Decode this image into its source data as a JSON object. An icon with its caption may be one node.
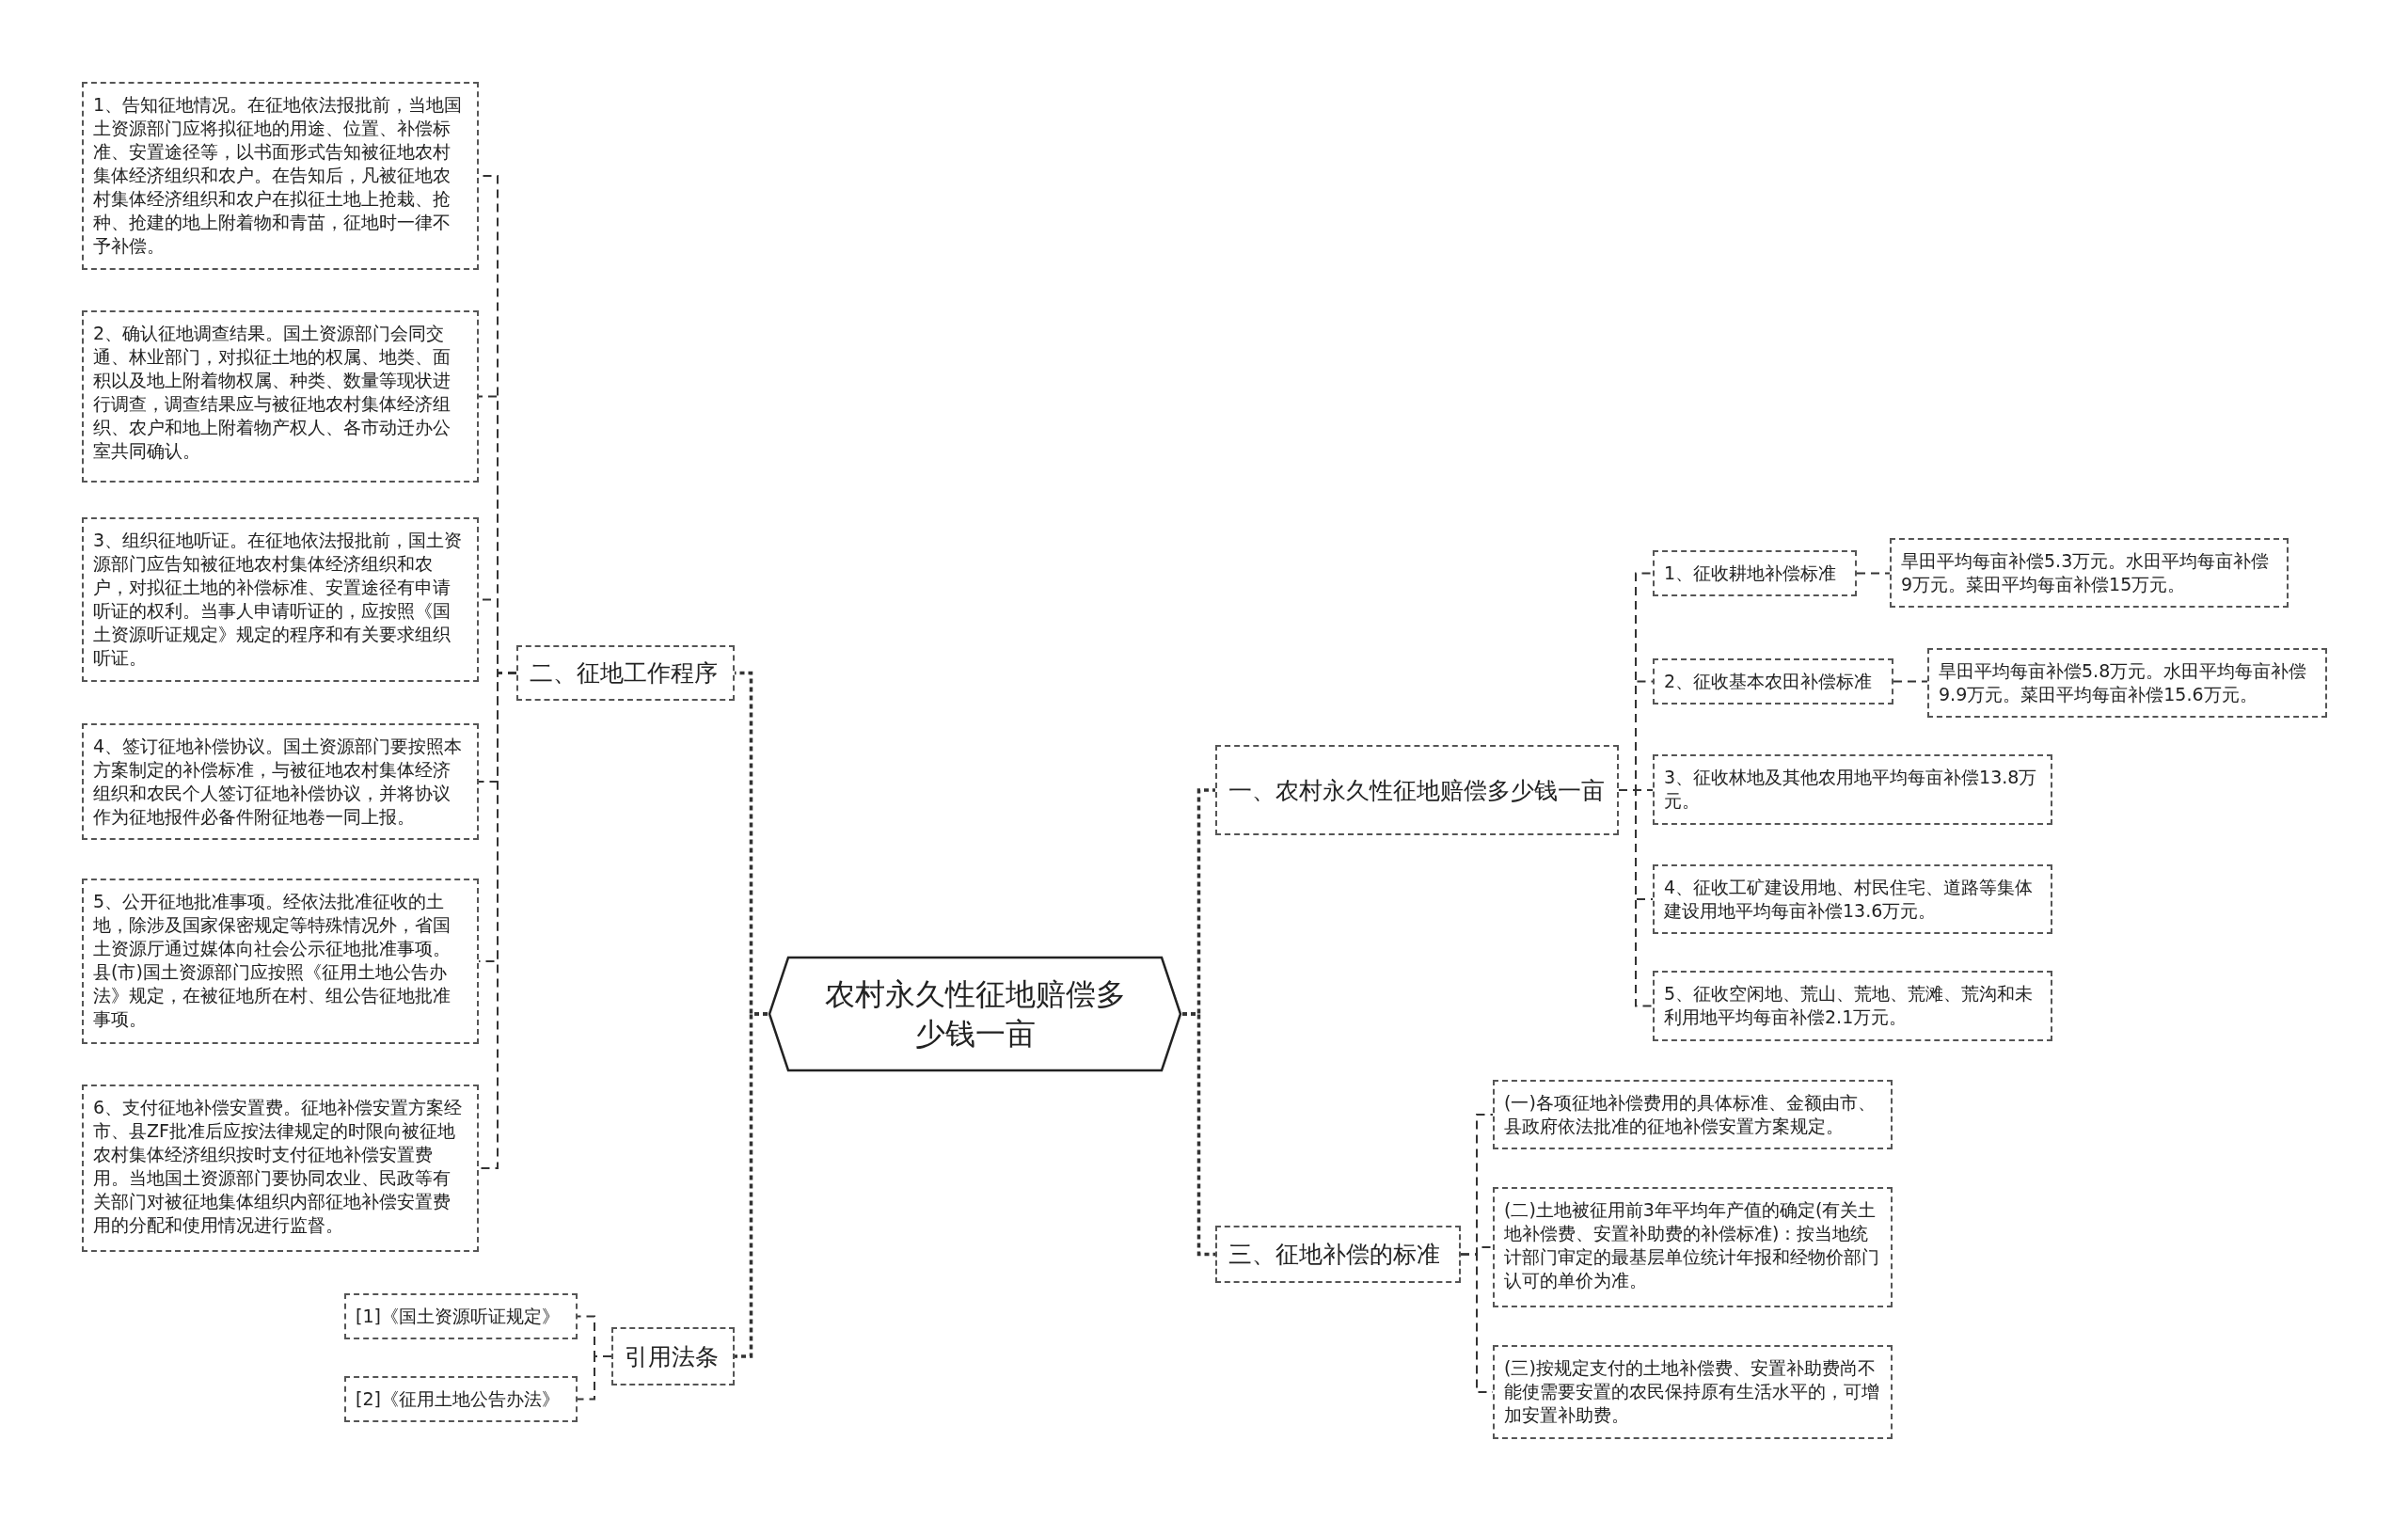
{
  "diagram": {
    "nodes": [
      {
        "text": [
          "农村永久性征地赔偿多少钱一亩"
        ]
      },
      {
        "text": [
          "二、征地工作程序"
        ]
      },
      {
        "text": [
          "1、告知征地情况。在征地依法报批前，当地国土资源部门应将拟征地的用途、位置、补偿标准、安置途径等，以书面形式告知被征地农村集体经济组织和农户。在告知后，凡被征地农村集体经济组织和农户在拟征土地上抢栽、抢种、抢建的地上附着物和青苗，征地时一律不予补偿。"
        ]
      },
      {
        "text": [
          "2、确认征地调查结果。国土资源部门会同交通、林业部门，对拟征土地的权属、地类、面积以及地上附着物权属、种类、数量等现状进行调查，调查结果应与被征地农村集体经济组织、农户和地上附着物产权人、各市动迁办公室共同确认。"
        ]
      },
      {
        "text": [
          "3、组织征地听证。在征地依法报批前，国土资源部门应告知被征地农村集体经济组织和农户，对拟征土地的补偿标准、安置途径有申请听证的权利。当事人申请听证的，应按照《国土资源听证规定》规定的程序和有关要求组织听证。"
        ]
      },
      {
        "text": [
          "4、签订征地补偿协议。国土资源部门要按照本方案制定的补偿标准，与被征地农村集体经济组织和农民个人签订征地补偿协议，并将协议作为征地报件必备件附征地卷一同上报。"
        ]
      },
      {
        "text": [
          "5、公开征地批准事项。经依法批准征收的土地，除涉及国家保密规定等特殊情况外，省国土资源厅通过媒体向社会公示征地批准事项。县(市)国土资源部门应按照《征用土地公告办法》规定，在被征地所在村、组公告征地批准事项。"
        ]
      },
      {
        "text": [
          "6、支付征地补偿安置费。征地补偿安置方案经市、县ZF批准后应按法律规定的时限向被征地农村集体经济组织按时支付征地补偿安置费用。当地国土资源部门要协同农业、民政等有关部门对被征地集体组织内部征地补偿安置费用的分配和使用情况进行监督。"
        ]
      },
      {
        "text": [
          "引用法条"
        ]
      },
      {
        "text": [
          "[1]《国土资源听证规定》"
        ]
      },
      {
        "text": [
          "[2]《征用土地公告办法》"
        ]
      },
      {
        "text": [
          "一、农村永久性征地赔偿多少钱一亩"
        ]
      },
      {
        "text": [
          "1、征收耕地补偿标准"
        ]
      },
      {
        "text": [
          "旱田平均每亩补偿5.3万元。水田平均每亩补偿9万元。菜田平均每亩补偿15万元。"
        ]
      },
      {
        "text": [
          "2、征收基本农田补偿标准"
        ]
      },
      {
        "text": [
          "旱田平均每亩补偿5.8万元。水田平均每亩补偿9.9万元。菜田平均每亩补偿15.6万元。"
        ]
      },
      {
        "text": [
          "3、征收林地及其他农用地平均每亩补偿13.8万元。"
        ]
      },
      {
        "text": [
          "4、征收工矿建设用地、村民住宅、道路等集体建设用地平均每亩补偿13.6万元。"
        ]
      },
      {
        "text": [
          "5、征收空闲地、荒山、荒地、荒滩、荒沟和未利用地平均每亩补偿2.1万元。"
        ]
      },
      {
        "text": [
          "三、征地补偿的标准"
        ]
      },
      {
        "text": [
          "(一)各项征地补偿费用的具体标准、金额由市、县政府依法批准的征地补偿安置方案规定。"
        ]
      },
      {
        "text": [
          "(二)土地被征用前3年平均年产值的确定(有关土地补偿费、安置补助费的补偿标准)：按当地统计部门审定的最基层单位统计年报和经物价部门认可的单价为准。"
        ]
      },
      {
        "text": [
          "(三)按规定支付的土地补偿费、安置补助费尚不能使需要安置的农民保持原有生活水平的，可增加安置补助费。"
        ]
      }
    ],
    "edges": [
      {
        "from": 0,
        "to": 1,
        "arrow": "none"
      },
      {
        "from": 0,
        "to": 8,
        "arrow": "none"
      },
      {
        "from": 0,
        "to": 11,
        "arrow": "none"
      },
      {
        "from": 0,
        "to": 19,
        "arrow": "none"
      },
      {
        "from": 1,
        "to": 2,
        "arrow": "none"
      },
      {
        "from": 1,
        "to": 3,
        "arrow": "none"
      },
      {
        "from": 1,
        "to": 4,
        "arrow": "none"
      },
      {
        "from": 1,
        "to": 5,
        "arrow": "none"
      },
      {
        "from": 1,
        "to": 6,
        "arrow": "none"
      },
      {
        "from": 1,
        "to": 7,
        "arrow": "none"
      },
      {
        "from": 8,
        "to": 9,
        "arrow": "none"
      },
      {
        "from": 8,
        "to": 10,
        "arrow": "none"
      },
      {
        "from": 11,
        "to": 12,
        "arrow": "none"
      },
      {
        "from": 11,
        "to": 14,
        "arrow": "none"
      },
      {
        "from": 11,
        "to": 16,
        "arrow": "none"
      },
      {
        "from": 11,
        "to": 17,
        "arrow": "none"
      },
      {
        "from": 11,
        "to": 18,
        "arrow": "none"
      },
      {
        "from": 12,
        "to": 13,
        "arrow": "none"
      },
      {
        "from": 14,
        "to": 15,
        "arrow": "none"
      },
      {
        "from": 19,
        "to": 20,
        "arrow": "none"
      },
      {
        "from": 19,
        "to": 21,
        "arrow": "none"
      },
      {
        "from": 19,
        "to": 22,
        "arrow": "none"
      }
    ]
  }
}
